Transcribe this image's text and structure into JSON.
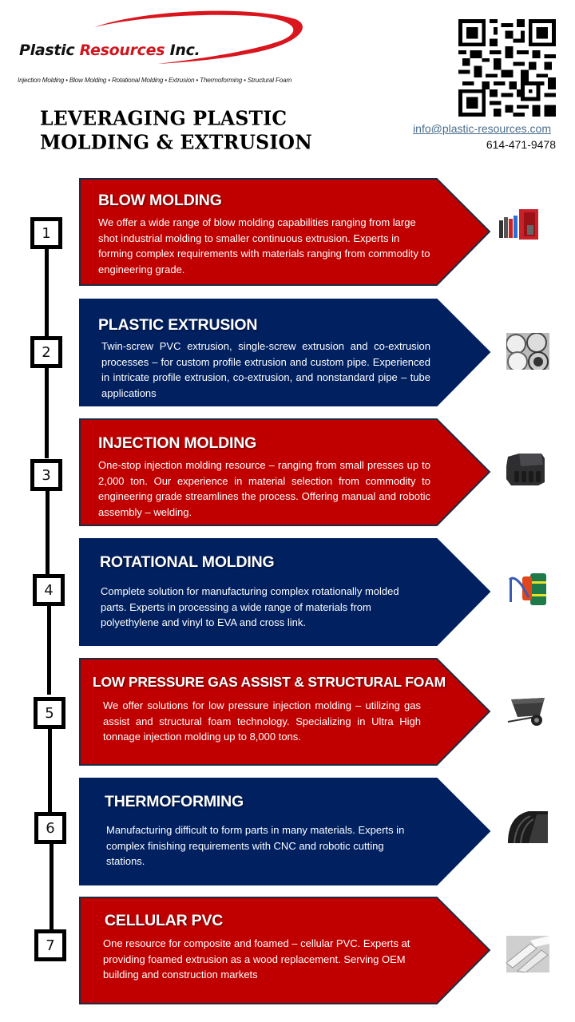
{
  "header": {
    "logo": {
      "name_part1": "Plastic",
      "name_part2": "Resources",
      "name_part3": "Inc.",
      "tagline": "Injection Molding • Blow Molding • Rotational Molding • Extrusion • Thermoforming • Structural Foam"
    },
    "title_line1": "LEVERAGING PLASTIC",
    "title_line2": "MOLDING & EXTRUSION",
    "email": "info@plastic-resources.com",
    "phone": "614-471-9478"
  },
  "colors": {
    "red": "#c00000",
    "navy": "#002060",
    "logo_red": "#d0161e",
    "email_link": "#4a6d8c"
  },
  "services": [
    {
      "number": "1",
      "title": "BLOW MOLDING",
      "color": "red",
      "body": "We offer a wide range of blow molding capabilities ranging from large shot industrial molding to smaller continuous extrusion. Experts in forming complex requirements with materials ranging from commodity to engineering grade.",
      "image": "blow-molded-containers-image"
    },
    {
      "number": "2",
      "title": "PLASTIC EXTRUSION",
      "color": "navy",
      "body": "Twin-screw PVC extrusion, single-screw extrusion and co-extrusion processes – for custom profile extrusion and custom pipe. Experienced in intricate profile extrusion, co-extrusion, and nonstandard pipe – tube applications",
      "image": "extruded-pipes-image"
    },
    {
      "number": "3",
      "title": "INJECTION MOLDING",
      "color": "red",
      "body": "One-stop injection molding resource – ranging from small presses up to 2,000 ton. Our experience in material selection from commodity to engineering grade streamlines the process. Offering manual and robotic assembly – welding.",
      "image": "engine-cover-image"
    },
    {
      "number": "4",
      "title": "ROTATIONAL MOLDING",
      "color": "navy",
      "body": "Complete solution for manufacturing complex rotationally molded parts. Experts in processing a wide range of materials from polyethylene and vinyl to EVA and cross link.",
      "image": "rotomolded-tanks-image"
    },
    {
      "number": "5",
      "title": "LOW PRESSURE GAS ASSIST & STRUCTURAL FOAM",
      "color": "red",
      "body": "We offer solutions for low pressure injection molding – utilizing gas assist and structural foam technology. Specializing in Ultra High tonnage injection molding up to 8,000 tons.",
      "image": "dump-cart-image"
    },
    {
      "number": "6",
      "title": "THERMOFORMING",
      "color": "navy",
      "body": "Manufacturing difficult to form parts in many materials. Experts in complex finishing requirements with CNC and robotic cutting stations.",
      "image": "thermoformed-part-image"
    },
    {
      "number": "7",
      "title": "CELLULAR PVC",
      "color": "red",
      "body": "One resource for composite and foamed – cellular PVC. Experts at providing foamed extrusion as a wood replacement. Serving OEM building and construction markets",
      "image": "pvc-profiles-image"
    }
  ]
}
